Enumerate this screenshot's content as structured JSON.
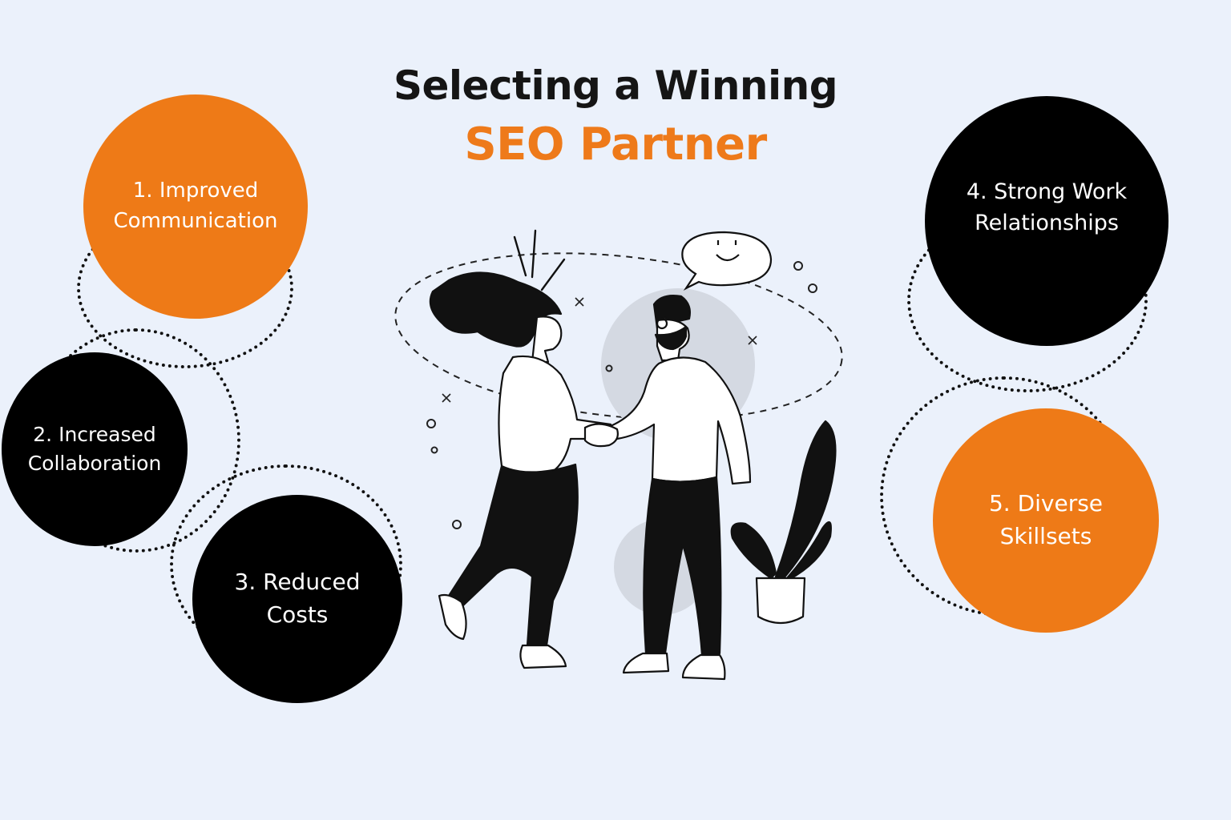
{
  "title": {
    "line1": "Selecting a Winning",
    "line2": "SEO Partner"
  },
  "items": [
    {
      "label": "1. Improved Communication",
      "line1": "1. Improved",
      "line2": "Communication",
      "color": "#ee7a17"
    },
    {
      "label": "2. Increased Collaboration",
      "line1": "2. Increased",
      "line2": "Collaboration",
      "color": "#000000"
    },
    {
      "label": "3. Reduced Costs",
      "line1": "3. Reduced",
      "line2": "Costs",
      "color": "#000000"
    },
    {
      "label": "4. Strong Work Relationships",
      "line1": "4. Strong Work",
      "line2": "Relationships",
      "color": "#000000"
    },
    {
      "label": "5. Diverse Skillsets",
      "line1": "5. Diverse",
      "line2": "Skillsets",
      "color": "#ee7a17"
    }
  ],
  "colors": {
    "accent": "#ee7a17",
    "dark": "#000000",
    "background": "#ebf1fb"
  },
  "illustration": {
    "icon": "handshake-people-illustration"
  }
}
